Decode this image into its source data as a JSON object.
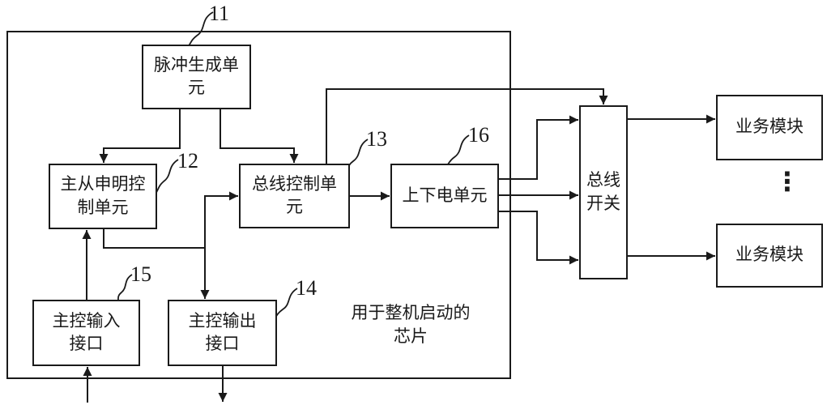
{
  "figure": {
    "background": "#ffffff",
    "line_color": "#1a1a1a"
  },
  "chip": {
    "label": "用于整机启动的芯片",
    "units": [
      {
        "ref": "11",
        "label": "脉冲生成单元"
      },
      {
        "ref": "12",
        "label": "主从申明控制单元"
      },
      {
        "ref": "13",
        "label": "总线控制单元"
      },
      {
        "ref": "16",
        "label": "上下电单元"
      },
      {
        "ref": "15",
        "label": "主控输入接口"
      },
      {
        "ref": "14",
        "label": "主控输出接口"
      }
    ]
  },
  "external": {
    "bus_switch_label": "总线开关",
    "service_module_top_label": "业务模块",
    "service_module_bottom_label": "业务模块",
    "ellipsis": "⋮"
  }
}
